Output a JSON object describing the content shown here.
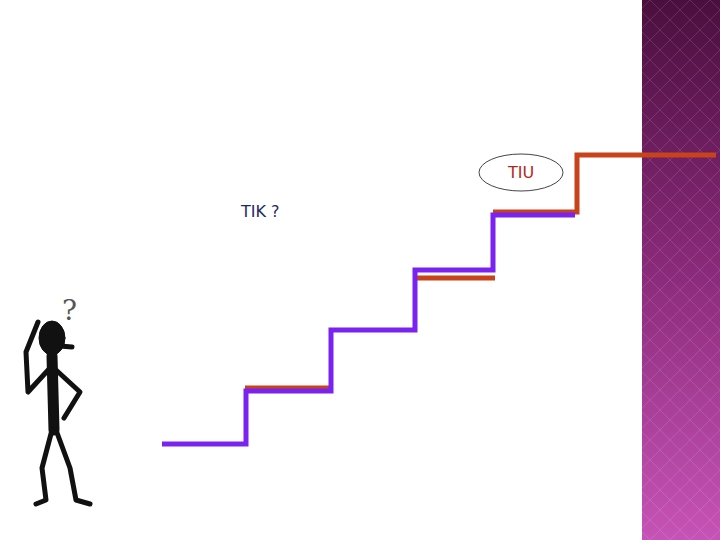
{
  "diagram": {
    "nodes": [
      {
        "text": [
          "TIU"
        ]
      }
    ],
    "labels": [
      "TIK ?",
      "?"
    ]
  }
}
